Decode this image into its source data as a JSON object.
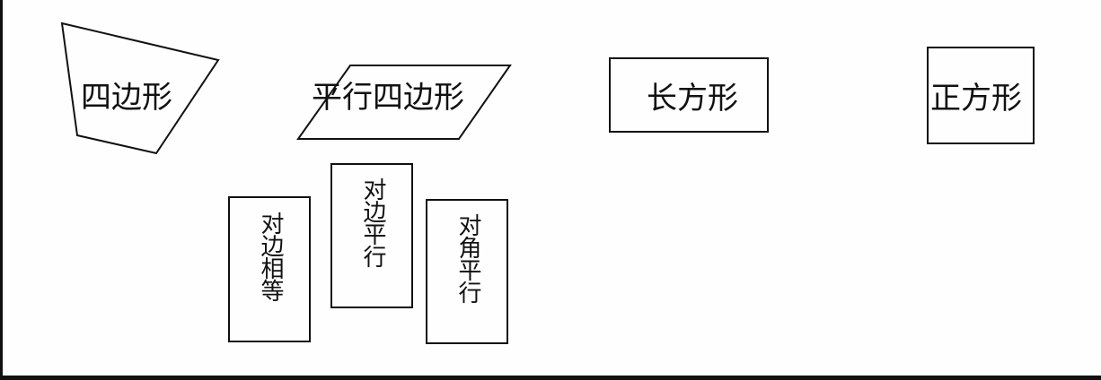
{
  "diagram": {
    "shapes": [
      {
        "id": "quadrilateral",
        "label": "四边形",
        "type": "irregular-quadrilateral"
      },
      {
        "id": "parallelogram",
        "label": "平行四边形",
        "type": "parallelogram"
      },
      {
        "id": "rectangle",
        "label": "长方形",
        "type": "rectangle"
      },
      {
        "id": "square",
        "label": "正方形",
        "type": "square"
      }
    ],
    "properties": [
      {
        "id": "opposite-sides-equal",
        "label": "对边相等"
      },
      {
        "id": "opposite-sides-parallel",
        "label": "对边平行"
      },
      {
        "id": "opposite-angles-parallel",
        "label": "对角平行"
      }
    ],
    "colors": {
      "stroke": "#111111",
      "background": "#fefefe"
    }
  }
}
